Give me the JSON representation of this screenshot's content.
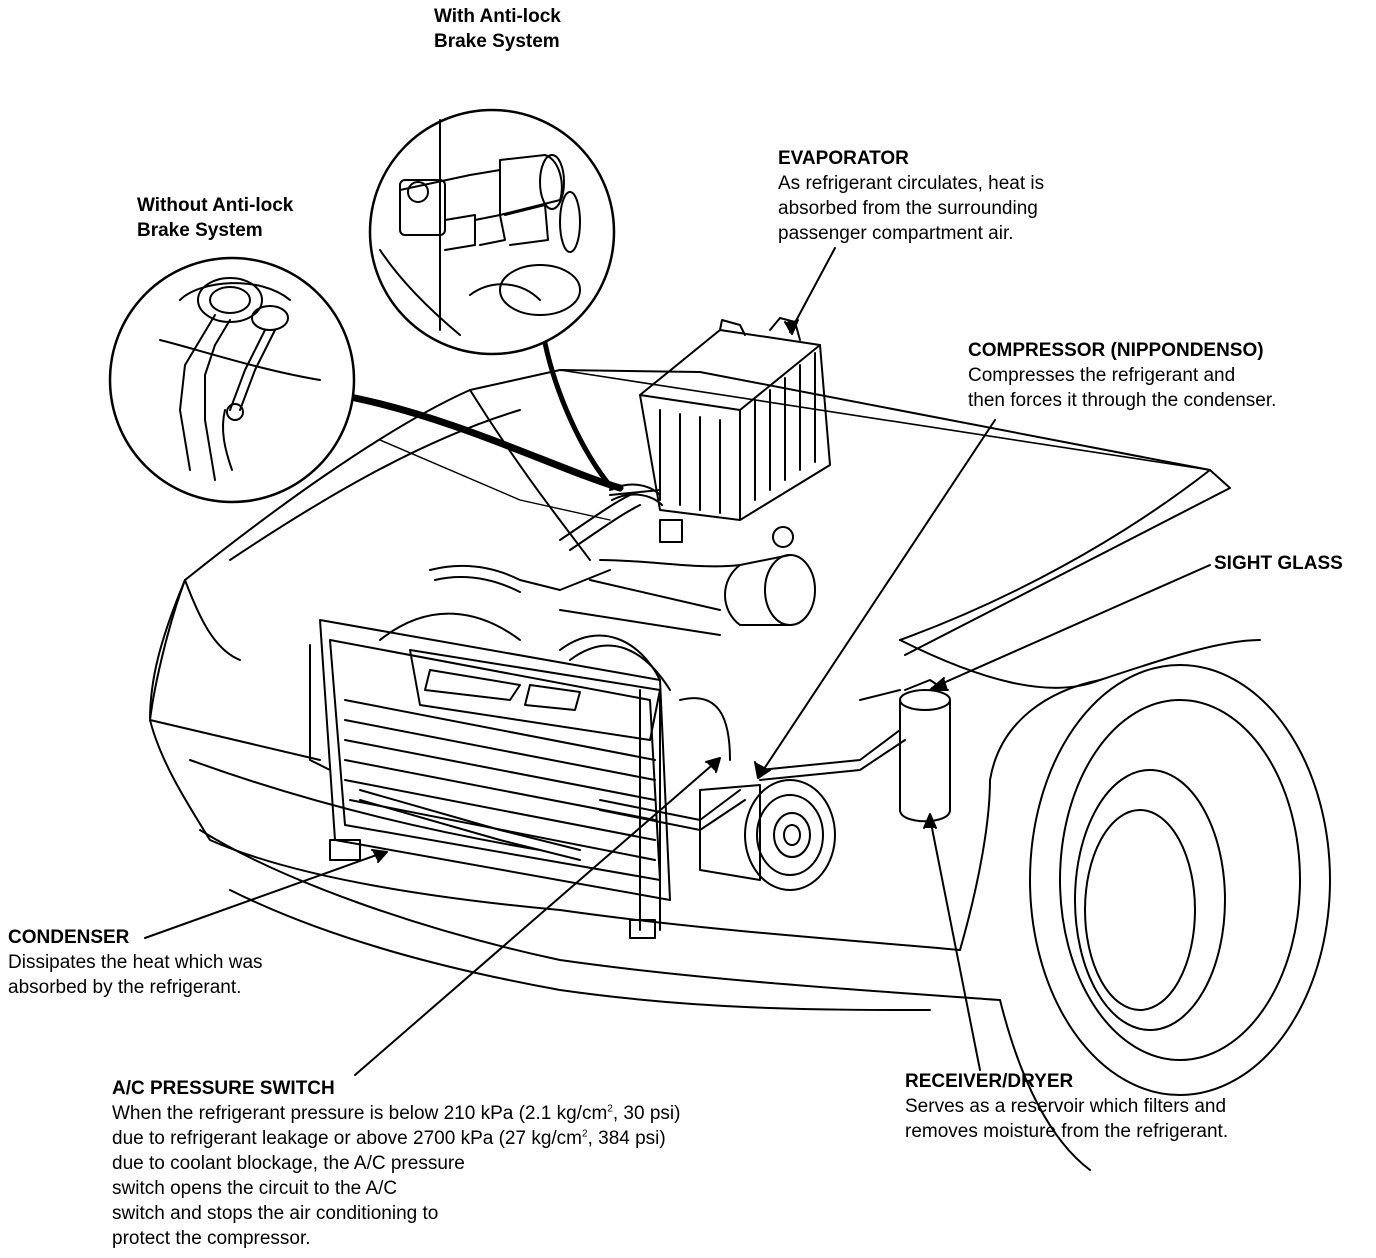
{
  "insets": {
    "with_abs": {
      "line1": "With Anti-lock",
      "line2": "Brake System"
    },
    "without_abs": {
      "line1": "Without Anti-lock",
      "line2": "Brake System"
    }
  },
  "labels": {
    "evaporator": {
      "title": "EVAPORATOR",
      "lines": [
        "As refrigerant circulates, heat is",
        "absorbed from the surrounding",
        "passenger compartment air."
      ]
    },
    "compressor": {
      "title": "COMPRESSOR (NIPPONDENSO)",
      "lines": [
        "Compresses the refrigerant and",
        "then forces it through the condenser."
      ]
    },
    "sight_glass": {
      "title": "SIGHT GLASS"
    },
    "condenser": {
      "title": "CONDENSER",
      "lines": [
        "Dissipates the heat which was",
        "absorbed by the refrigerant."
      ]
    },
    "ac_pressure_switch": {
      "title": "A/C PRESSURE SWITCH",
      "line1_a": "When the refrigerant pressure is below 210 kPa (2.1 kg/cm",
      "line1_sup": "2",
      "line1_b": ", 30 psi)",
      "line2_a": "due to refrigerant leakage or above 2700 kPa (27 kg/cm",
      "line2_sup": "2",
      "line2_b": ", 384 psi)",
      "lines": [
        "due to coolant blockage, the A/C pressure",
        "switch opens the circuit to the A/C",
        "switch and stops the air conditioning to",
        "protect the compressor."
      ]
    },
    "receiver_dryer": {
      "title": "RECEIVER/DRYER",
      "lines": [
        "Serves as a reservoir which filters and",
        "removes moisture from the refrigerant."
      ]
    }
  }
}
